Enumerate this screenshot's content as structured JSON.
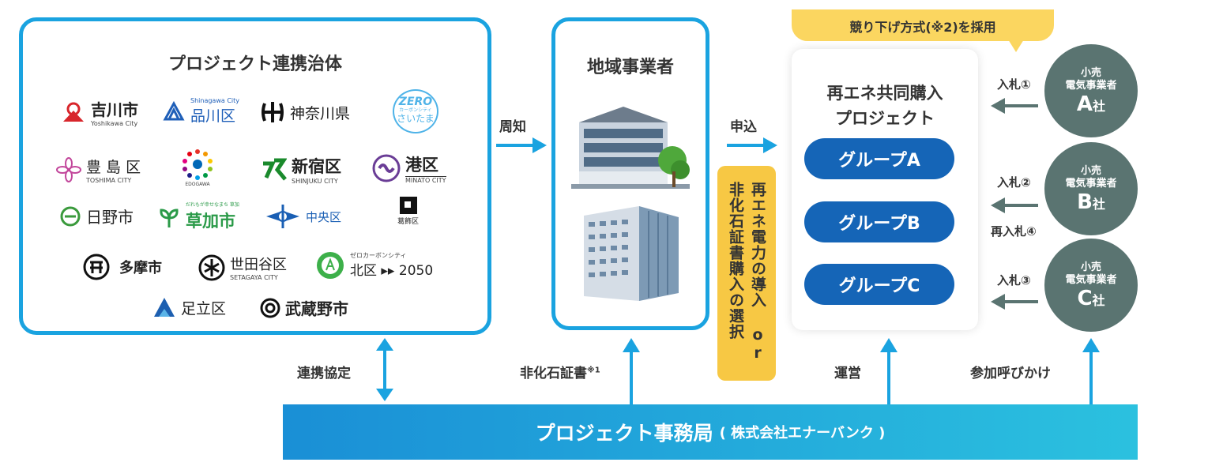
{
  "partners": {
    "title": "プロジェクト連携治体",
    "logos": {
      "yoshikawa": {
        "name": "吉川市",
        "sub": "Yoshikawa City"
      },
      "shinagawa": {
        "name": "品川区",
        "sub": "Shinagawa City"
      },
      "kanagawa": {
        "name": "神奈川県"
      },
      "saitama": {
        "name": "さいたま",
        "sub": "ZERO",
        "sub2": "カーボンシティ"
      },
      "toshima": {
        "name": "豊 島 区",
        "sub": "TOSHIMA CITY"
      },
      "edogawa": {
        "sub": "EDOGAWA"
      },
      "shinjuku": {
        "name": "新宿区",
        "sub": "SHINJUKU CITY"
      },
      "minato": {
        "name": "港区",
        "sub": "MINATO CITY"
      },
      "hino": {
        "name": "日野市"
      },
      "soka": {
        "name": "草加市",
        "sub": "だれもが幸せなまち 草加"
      },
      "chuo": {
        "name": "中央区"
      },
      "katsushika": {
        "name": "葛飾区"
      },
      "tama": {
        "name": "多摩市"
      },
      "setagaya": {
        "name": "世田谷区",
        "sub": "SETAGAYA CITY"
      },
      "kita": {
        "name": "北区 ▸▸ 2050",
        "sub": "ゼロカーボンシティ"
      },
      "adachi": {
        "name": "足立区"
      },
      "musashino": {
        "name": "武蔵野市"
      }
    }
  },
  "local": {
    "title": "地域事業者"
  },
  "project": {
    "banner": "競り下げ方式(※2)を採用",
    "title_line1": "再エネ共同購入",
    "title_line2": "プロジェクト",
    "groups": [
      "グループA",
      "グループB",
      "グループC"
    ]
  },
  "choice": {
    "text": "再エネ電力の導入 or 非化石証書購入の選択"
  },
  "labels": {
    "notify": "周知",
    "apply": "申込",
    "agreement": "連携協定",
    "certificate": "非化石証書",
    "certificate_note": "※1",
    "operate": "運営",
    "call": "参加呼びかけ"
  },
  "bids": [
    "入札①",
    "入札②",
    "再入札④",
    "入札③"
  ],
  "retailers": [
    {
      "l1": "小売",
      "l2": "電気事業者",
      "letter": "A",
      "suffix": "社"
    },
    {
      "l1": "小売",
      "l2": "電気事業者",
      "letter": "B",
      "suffix": "社"
    },
    {
      "l1": "小売",
      "l2": "電気事業者",
      "letter": "C",
      "suffix": "社"
    }
  ],
  "office": {
    "name": "プロジェクト事務局",
    "org": "( 株式会社エナーバンク )"
  },
  "colors": {
    "accent": "#1aa3e0",
    "group": "#1565b7",
    "circle": "#5a7471",
    "banner": "#fbd660",
    "choice": "#f7c844"
  }
}
